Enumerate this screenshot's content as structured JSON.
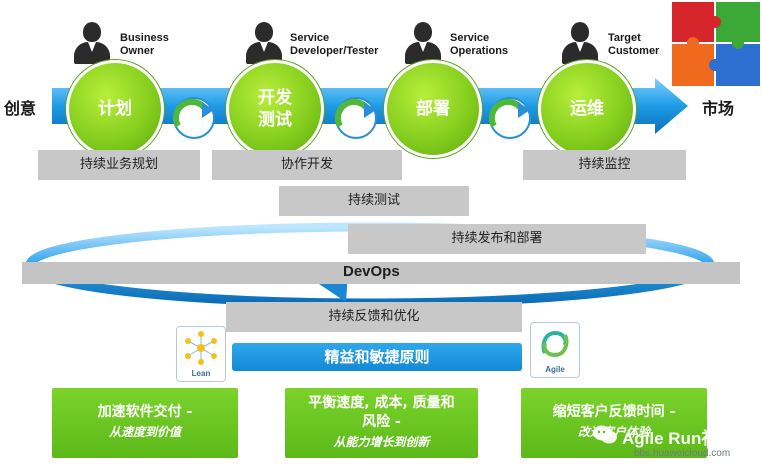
{
  "roles": [
    {
      "label": "Business\nOwner"
    },
    {
      "label": "Service\nDeveloper/Tester"
    },
    {
      "label": "Service\nOperations"
    },
    {
      "label": "Target\nCustomer"
    }
  ],
  "start_label": "创意",
  "end_label": "市场",
  "phases": [
    {
      "label": "计划"
    },
    {
      "label": "开发\n测试"
    },
    {
      "label": "部署"
    },
    {
      "label": "运维"
    }
  ],
  "practices": [
    {
      "label": "持续业务规划"
    },
    {
      "label": "协作开发"
    },
    {
      "label": "持续监控"
    },
    {
      "label": "持续测试"
    },
    {
      "label": "持续发布和部署"
    },
    {
      "label": "持续反馈和优化"
    }
  ],
  "devops_label": "DevOps",
  "principle": "精益和敏捷原则",
  "logos": [
    {
      "caption": "Lean"
    },
    {
      "caption": "Agile"
    }
  ],
  "benefits": [
    {
      "title": "加速软件交付 -",
      "subtitle": "从速度到价值"
    },
    {
      "title": "平衡速度, 成本, 质量和\n风险 -",
      "subtitle": "从能力增长到创新"
    },
    {
      "title": "缩短客户反馈时间 -",
      "subtitle": "改进客户体验"
    }
  ],
  "watermark": {
    "name": "Agile Run社区",
    "url": "bbs.huaweicloud.com"
  },
  "colors": {
    "phase_green": "#86cf1e",
    "arrow_blue": "#1e9be6",
    "practice_gray": "#c8c8c8",
    "principle_blue": "#1a93dd",
    "benefit_green": "#6cc622"
  }
}
